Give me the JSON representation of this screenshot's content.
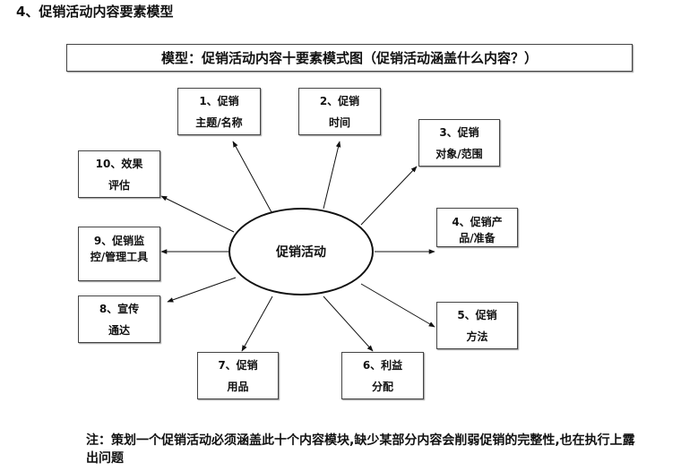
{
  "heading": "4、促销活动内容要素模型",
  "title": "模型：促销活动内容十要素模式图（促销活动涵盖什么内容？）",
  "center": "促销活动",
  "nodes": [
    {
      "line1": "1、促销",
      "line2": "主题/名称"
    },
    {
      "line1": "2、促销",
      "line2": "时间"
    },
    {
      "line1": "3、促销",
      "line2": "对象/范围"
    },
    {
      "line1": "4、促销产",
      "line2": "品/准备"
    },
    {
      "line1": "5、促销",
      "line2": "方法"
    },
    {
      "line1": "6、利益",
      "line2": "分配"
    },
    {
      "line1": "7、促销",
      "line2": "用品"
    },
    {
      "line1": "8、宣传",
      "line2": "通达"
    },
    {
      "line1": "9、促销监",
      "line2": "控/管理工具"
    },
    {
      "line1": "10、效果",
      "line2": "评估"
    }
  ],
  "note": "注：策划一个促销活动必须涵盖此十个内容模块,缺少某部分内容会削弱促销的完整性,也在执行上露出问题"
}
